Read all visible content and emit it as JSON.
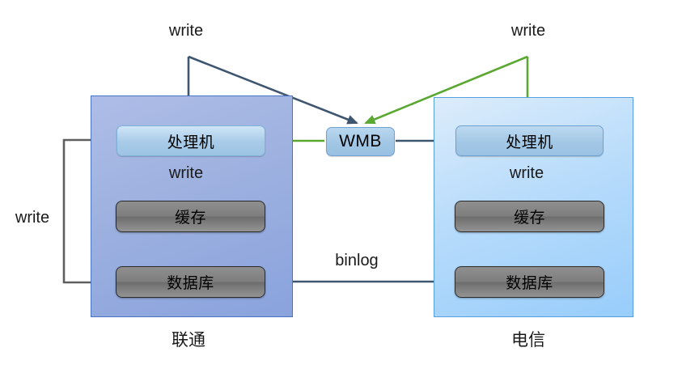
{
  "diagram": {
    "title_visible": false,
    "colors": {
      "arrow_dark": "#3f5671",
      "arrow_green": "#5aa832",
      "arrow_gray": "#5f5f5f",
      "panel_left_fill": "#9fb2e0",
      "panel_left_border": "#4b73c4",
      "panel_right_fill": "#b8dcfb",
      "panel_right_border": "#56a0dd",
      "node_blue_fill": "#a8cbe8",
      "node_blue_border": "#7fb0d8",
      "node_gray_fill": "#7e7e7e",
      "node_gray_border": "#2b2b2b",
      "text": "#1a1a1a"
    },
    "panels": [
      {
        "id": "left",
        "caption": "联通"
      },
      {
        "id": "right",
        "caption": "电信"
      }
    ],
    "nodes": {
      "left_proc": "处理机",
      "left_cache": "缓存",
      "left_db": "数据库",
      "wmb": "WMB",
      "right_proc": "处理机",
      "right_cache": "缓存",
      "right_db": "数据库"
    },
    "labels": {
      "write_top_left": "write",
      "write_top_right": "write",
      "write_inner_left": "write",
      "write_inner_right": "write",
      "write_loop_left": "write",
      "binlog": "binlog"
    },
    "edges": [
      {
        "name": "write-left-to-left-proc",
        "from": "write_top_left",
        "to": "left_proc",
        "color": "#3f5671"
      },
      {
        "name": "write-left-to-wmb",
        "from": "write_top_left",
        "to": "wmb",
        "color": "#3f5671"
      },
      {
        "name": "write-right-to-right-proc",
        "from": "write_top_right",
        "to": "right_proc",
        "color": "#5aa832"
      },
      {
        "name": "write-right-to-wmb",
        "from": "write_top_right",
        "to": "wmb",
        "color": "#5aa832"
      },
      {
        "name": "wmb-to-left-proc",
        "from": "wmb",
        "to": "left_proc",
        "color": "#5aa832"
      },
      {
        "name": "wmb-to-right-proc",
        "from": "wmb",
        "to": "right_proc",
        "color": "#3f5671"
      },
      {
        "name": "left-proc-to-left-cache-dark",
        "from": "left_proc",
        "to": "left_cache",
        "color": "#3f5671",
        "label": "write"
      },
      {
        "name": "left-proc-to-left-cache-green",
        "from": "left_proc",
        "to": "left_cache",
        "color": "#5aa832"
      },
      {
        "name": "right-proc-to-right-cache-green",
        "from": "right_proc",
        "to": "right_cache",
        "color": "#5aa832"
      },
      {
        "name": "right-proc-to-right-cache-dark",
        "from": "right_proc",
        "to": "right_cache",
        "color": "#3f5671",
        "label": "write"
      },
      {
        "name": "left-proc-to-left-db-loop",
        "from": "left_proc",
        "to": "left_db",
        "color": "#5f5f5f",
        "label": "write"
      },
      {
        "name": "left-db-to-right-db-binlog",
        "from": "left_db",
        "to": "right_db",
        "color": "#3f5671",
        "label": "binlog"
      }
    ]
  }
}
